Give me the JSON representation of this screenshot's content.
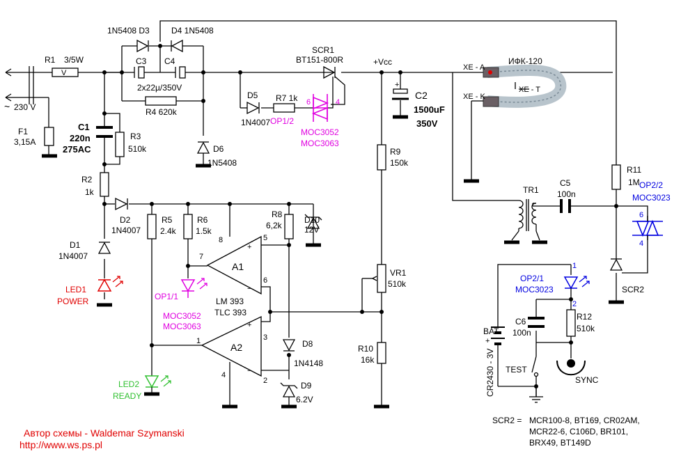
{
  "colors": {
    "optocoupler1": "#e000e0",
    "optocoupler2": "#0000e0",
    "led_power": "#e00000",
    "led_ready": "#30c030",
    "author": "#e00000"
  },
  "mains": {
    "voltage": "230 V",
    "fuse_ref": "F1",
    "fuse_value": "3,15A"
  },
  "components": {
    "r1": {
      "ref": "R1",
      "value": "3/5W"
    },
    "d3": {
      "ref": "1N5408 D3"
    },
    "d4": {
      "ref": "D4 1N5408"
    },
    "c3": {
      "ref": "C3"
    },
    "c4": {
      "ref": "C4"
    },
    "c34_value": "2x22µ/350V",
    "r4": {
      "ref": "R4 620k"
    },
    "d6": {
      "ref": "D6",
      "value": "1N5408"
    },
    "c1": {
      "ref": "C1",
      "value": "220n",
      "rating": "275AC"
    },
    "r3": {
      "ref": "R3",
      "value": "510k"
    },
    "r2": {
      "ref": "R2",
      "value": "1k"
    },
    "d2": {
      "ref": "D2",
      "value": "1N4007"
    },
    "d1": {
      "ref": "D1",
      "value": "1N4007"
    },
    "led1": {
      "ref": "LED1",
      "label": "POWER"
    },
    "r5": {
      "ref": "R5",
      "value": "2.4k"
    },
    "r6": {
      "ref": "R6",
      "value": "1.5k"
    },
    "r8": {
      "ref": "R8",
      "value": "6,2k"
    },
    "d10": {
      "ref": "D10",
      "value": "12V"
    },
    "a1": {
      "ref": "A1"
    },
    "a2": {
      "ref": "A2"
    },
    "comparator": {
      "line1": "LM 393",
      "line2": "TLC 393"
    },
    "op11": {
      "ref": "OP1/1",
      "line1": "MOC3052",
      "line2": "MOC3063"
    },
    "led2": {
      "ref": "LED2",
      "label": "READY"
    },
    "d8": {
      "ref": "D8",
      "value": "1N4148"
    },
    "d9": {
      "ref": "D9",
      "value": "6.2V"
    },
    "scr1": {
      "ref": "SCR1",
      "value": "BT151-800R"
    },
    "d5": {
      "ref": "D5",
      "value": "1N4007"
    },
    "r7": {
      "ref": "R7 1k"
    },
    "op12": {
      "ref": "OP1/2",
      "line1": "MOC3052",
      "line2": "MOC3063"
    },
    "vcc": "+Vcc",
    "c2": {
      "ref": "C2",
      "value": "1500uF",
      "rating": "350V"
    },
    "r9": {
      "ref": "R9",
      "value": "150k"
    },
    "vr1": {
      "ref": "VR1",
      "value": "510k"
    },
    "r10": {
      "ref": "R10",
      "value": "16k"
    },
    "lamp": {
      "ref": "ИФК-120",
      "pin_a": "XE - A",
      "pin_t": "XE - T",
      "pin_k": "XE - K"
    },
    "tr1": {
      "ref": "TR1"
    },
    "c5": {
      "ref": "C5",
      "value": "100n"
    },
    "r11": {
      "ref": "R11",
      "value": "1M"
    },
    "op22": {
      "ref": "OP2/2",
      "value": "MOC3023"
    },
    "scr2": {
      "ref": "SCR2"
    },
    "op21": {
      "ref": "OP2/1",
      "value": "MOC3023"
    },
    "c6": {
      "ref": "C6",
      "value": "100n"
    },
    "r12": {
      "ref": "R12",
      "value": "510k"
    },
    "bat": {
      "ref": "BAT",
      "value": "CR2430 - 3V"
    },
    "test": "TEST",
    "sync": "SYNC"
  },
  "pins": {
    "a1_8": "8",
    "a1_7": "7",
    "a1_5": "5",
    "a1_6": "6",
    "a2_1": "1",
    "a2_3": "3",
    "a2_4": "4",
    "a2_2": "2",
    "op12_6": "6",
    "op12_4": "4",
    "op22_6": "6",
    "op22_4": "4",
    "op21_1": "1",
    "op21_2": "2",
    "plus": "+",
    "minus": "−"
  },
  "scr2_replacements": {
    "prefix": "SCR2 =",
    "line1": "MCR100-8, BT169, CR02AM,",
    "line2": "MCR22-6, C106D, BR101,",
    "line3": "BRX49, BT149D"
  },
  "credit": {
    "author": "Автор  схемы - Waldemar Szymanski",
    "url": "http://www.ws.ps.pl"
  }
}
